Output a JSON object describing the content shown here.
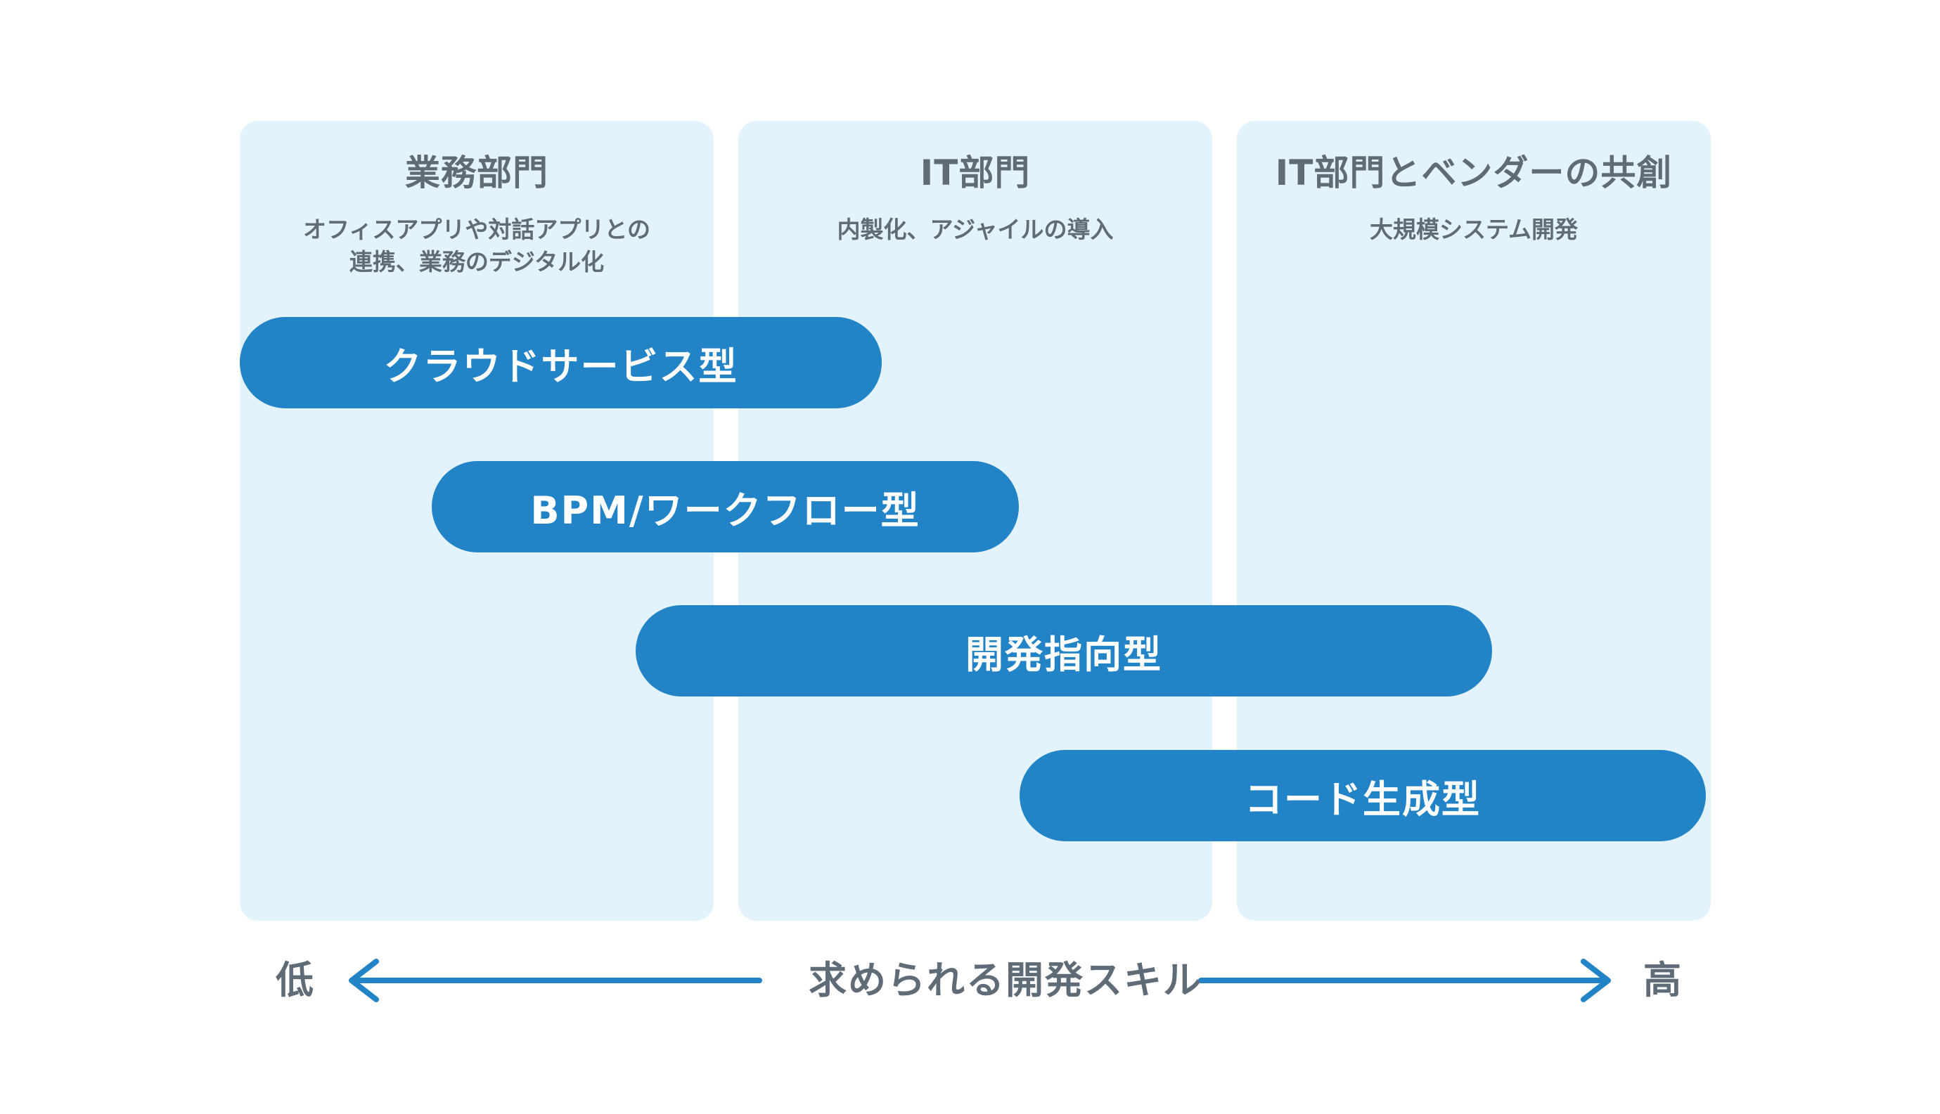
{
  "columns": [
    {
      "title": "業務部門",
      "description": "オフィスアプリや対話アプリとの\n連携、業務のデジタル化"
    },
    {
      "title": "IT部門",
      "description": "内製化、アジャイルの導入"
    },
    {
      "title": "IT部門とベンダーの共創",
      "description": "大規模システム開発"
    }
  ],
  "bars": [
    {
      "label": "クラウドサービス型"
    },
    {
      "label": "BPM/ワークフロー型"
    },
    {
      "label": "開発指向型"
    },
    {
      "label": "コード生成型"
    }
  ],
  "axis": {
    "low": "低",
    "label": "求められる開発スキル",
    "high": "高"
  },
  "colors": {
    "column_background": "#e3f3fd",
    "bar": "#2284c6",
    "text": "#5f6b77",
    "arrow": "#2284c6"
  }
}
